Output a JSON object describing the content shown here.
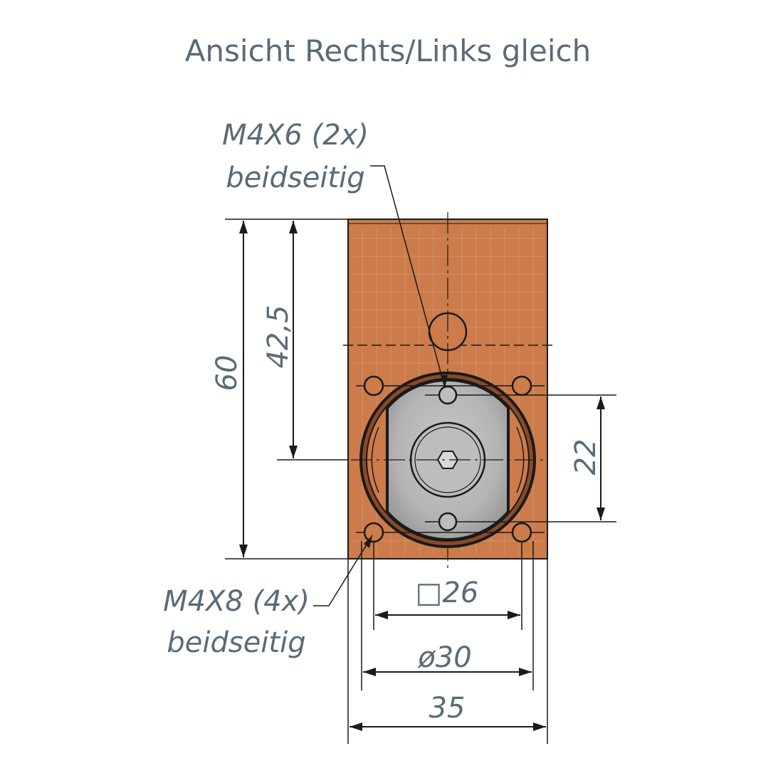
{
  "title": "Ansicht Rechts/Links gleich",
  "notes": {
    "top_line1": "M4X6 (2x)",
    "top_line2": "beidseitig",
    "bottom_line1": "M4X8 (4x)",
    "bottom_line2": "beidseitig"
  },
  "dimensions": {
    "height_total": "60",
    "height_center": "42,5",
    "hole_spacing": "22",
    "square": "□26",
    "diameter": "ø30",
    "width": "35"
  },
  "colors": {
    "block": "#cc7b4a",
    "disc": "#b9b9b9",
    "text": "#5a6b78",
    "line": "#1a1a1a"
  }
}
